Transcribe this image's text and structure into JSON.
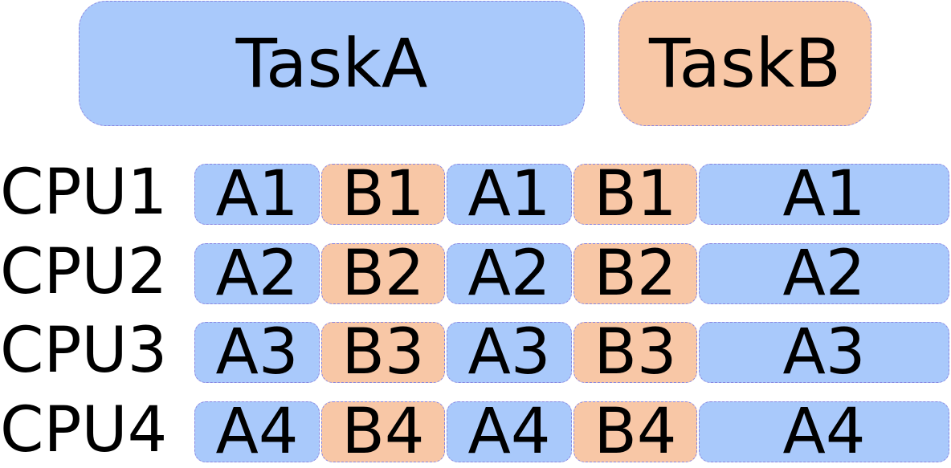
{
  "colors": {
    "task_a": "#a9c9fb",
    "task_b": "#f8c7a6",
    "border": "#8a86e0"
  },
  "tasks": {
    "a": "TaskA",
    "b": "TaskB"
  },
  "rows": [
    {
      "cpu": "CPU1",
      "slots": [
        {
          "label": "A1",
          "task": "a"
        },
        {
          "label": "B1",
          "task": "b"
        },
        {
          "label": "A1",
          "task": "a"
        },
        {
          "label": "B1",
          "task": "b"
        },
        {
          "label": "A1",
          "task": "a"
        }
      ]
    },
    {
      "cpu": "CPU2",
      "slots": [
        {
          "label": "A2",
          "task": "a"
        },
        {
          "label": "B2",
          "task": "b"
        },
        {
          "label": "A2",
          "task": "a"
        },
        {
          "label": "B2",
          "task": "b"
        },
        {
          "label": "A2",
          "task": "a"
        }
      ]
    },
    {
      "cpu": "CPU3",
      "slots": [
        {
          "label": "A3",
          "task": "a"
        },
        {
          "label": "B3",
          "task": "b"
        },
        {
          "label": "A3",
          "task": "a"
        },
        {
          "label": "B3",
          "task": "b"
        },
        {
          "label": "A3",
          "task": "a"
        }
      ]
    },
    {
      "cpu": "CPU4",
      "slots": [
        {
          "label": "A4",
          "task": "a"
        },
        {
          "label": "B4",
          "task": "b"
        },
        {
          "label": "A4",
          "task": "a"
        },
        {
          "label": "B4",
          "task": "b"
        },
        {
          "label": "A4",
          "task": "a"
        }
      ]
    }
  ]
}
